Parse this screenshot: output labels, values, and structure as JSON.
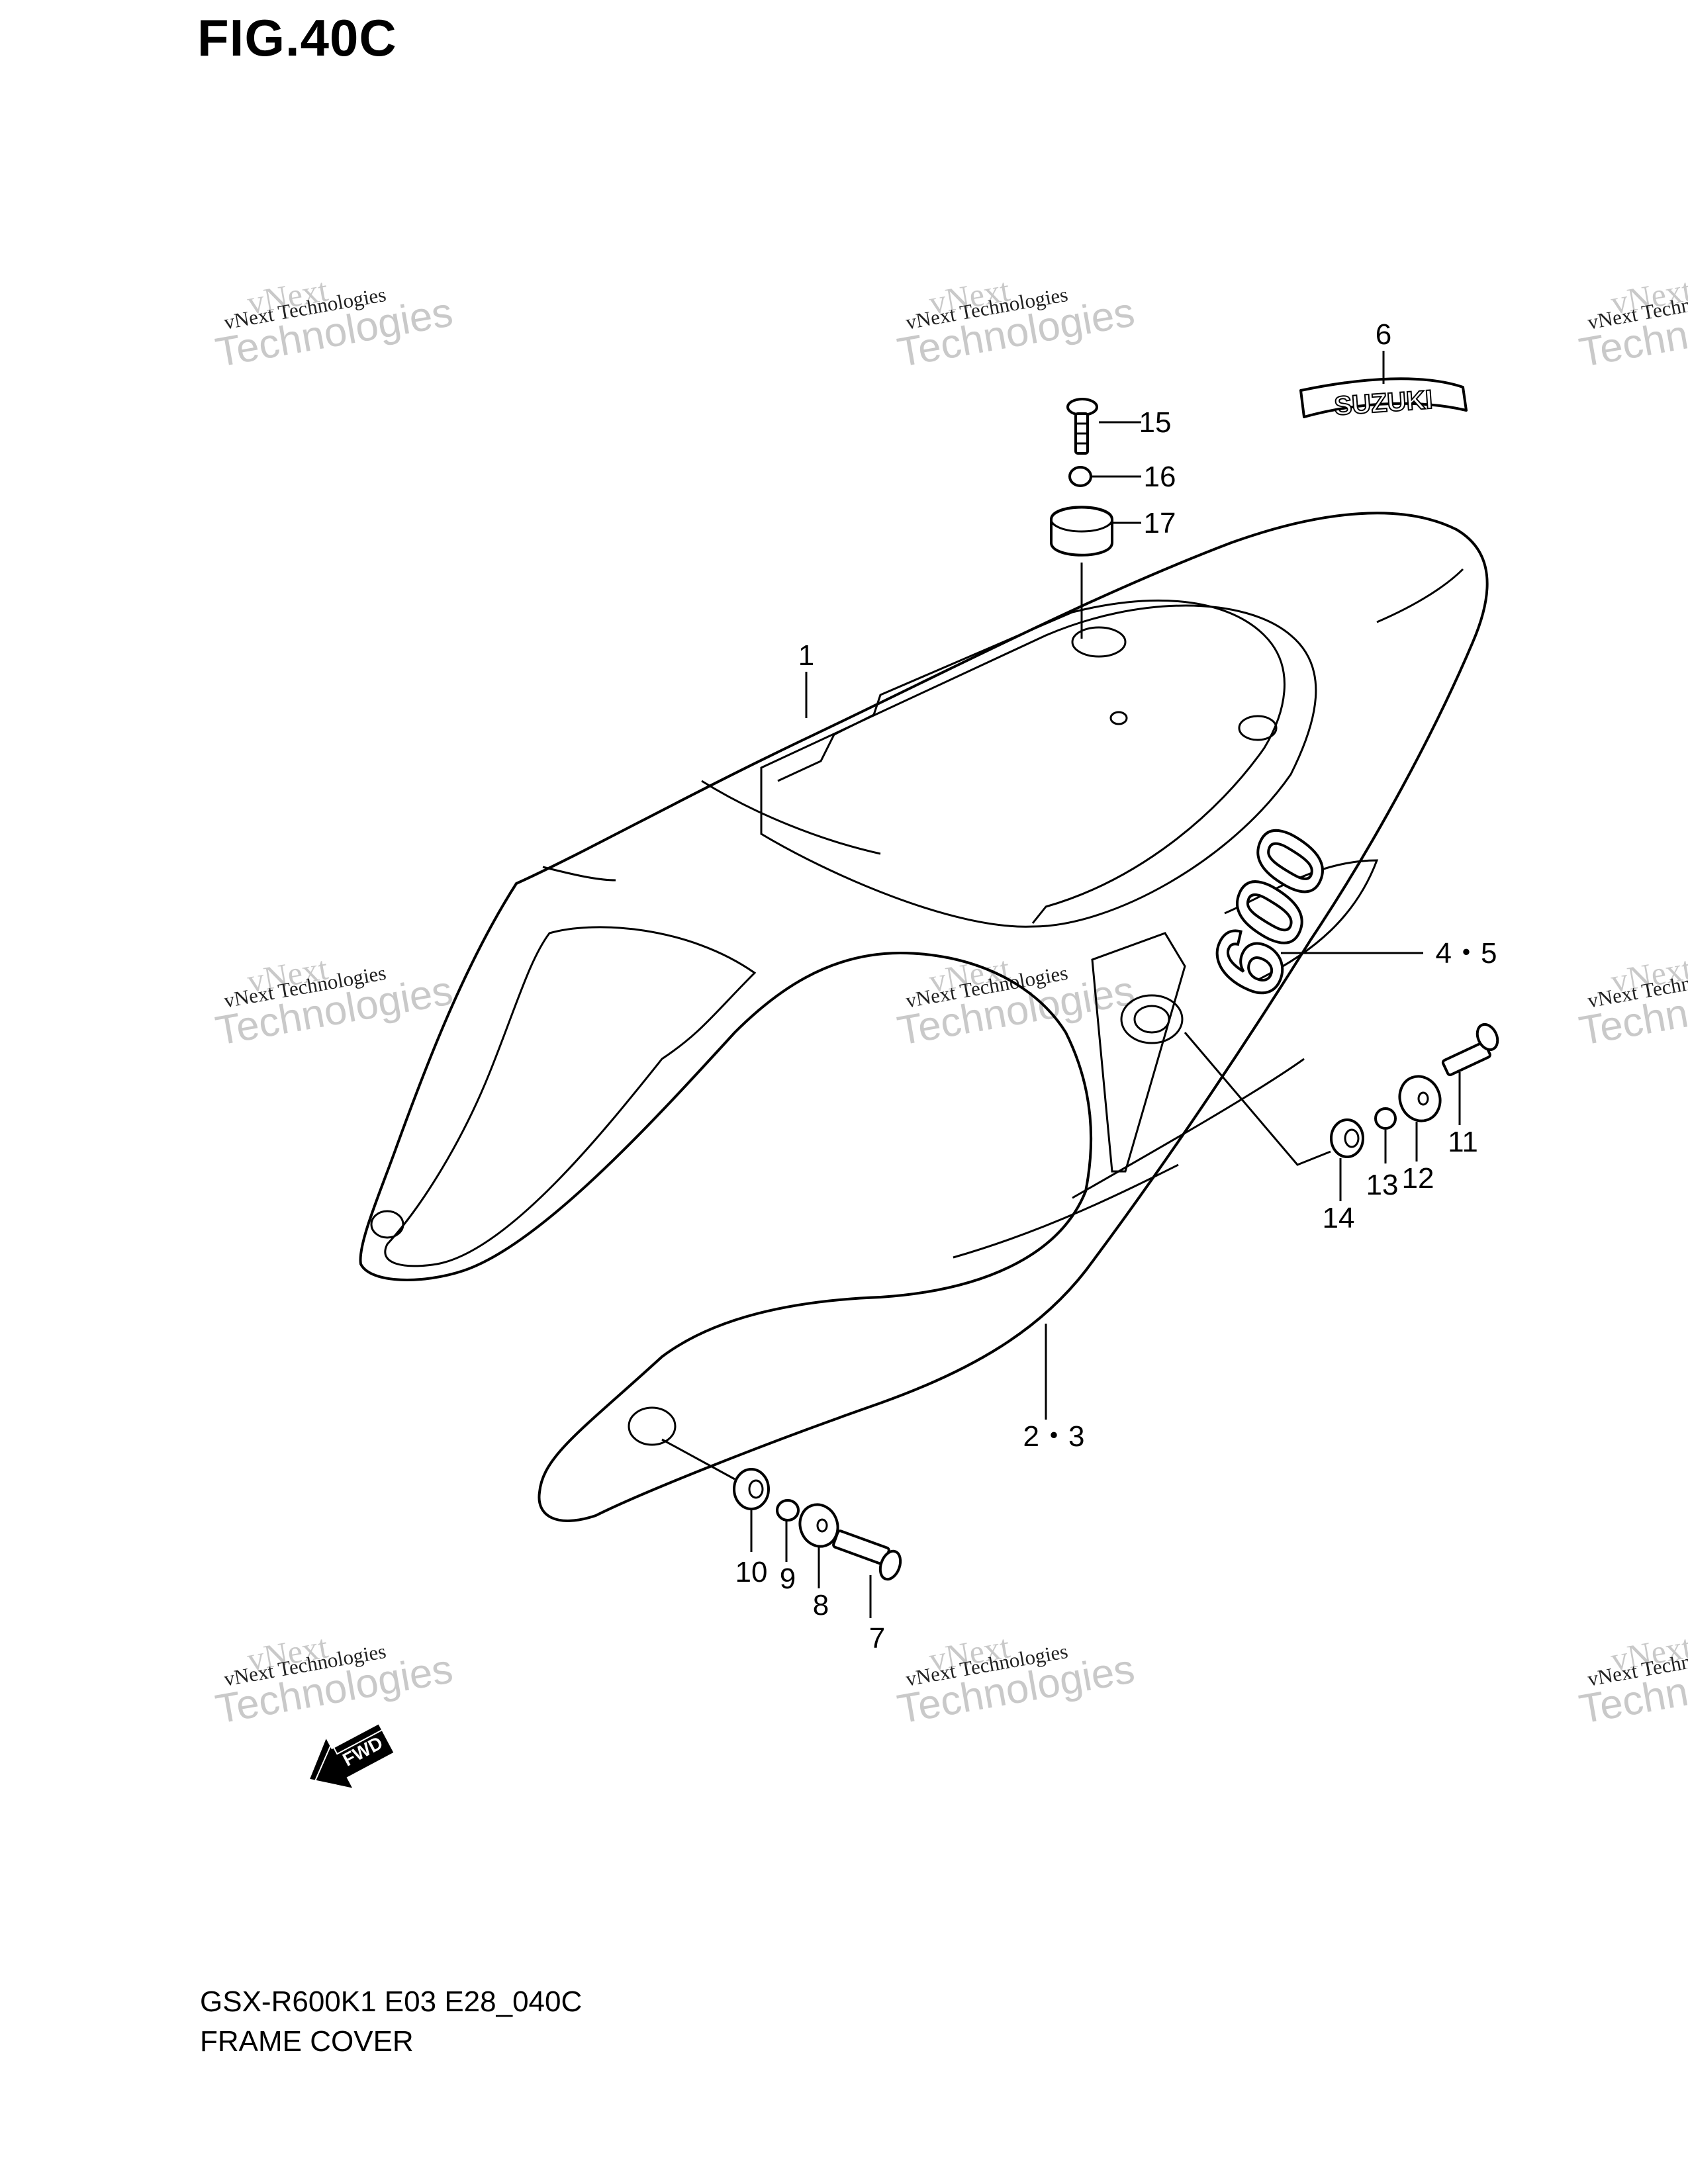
{
  "figure": {
    "title": "FIG.40C",
    "model_code": "GSX-R600K1 E03 E28_040C",
    "section_name": "FRAME COVER"
  },
  "watermark": {
    "line1": "vNext",
    "line2": "vNext Technologies",
    "line3": "Technologies"
  },
  "decals": {
    "brand": "SUZUKI",
    "model": "600",
    "direction": "FWD"
  },
  "callouts": [
    {
      "id": "1",
      "label": "1"
    },
    {
      "id": "2-3",
      "label": "2・3"
    },
    {
      "id": "4-5",
      "label": "4・5"
    },
    {
      "id": "6",
      "label": "6"
    },
    {
      "id": "7",
      "label": "7"
    },
    {
      "id": "8",
      "label": "8"
    },
    {
      "id": "9",
      "label": "9"
    },
    {
      "id": "10",
      "label": "10"
    },
    {
      "id": "11",
      "label": "11"
    },
    {
      "id": "12",
      "label": "12"
    },
    {
      "id": "13",
      "label": "13"
    },
    {
      "id": "14",
      "label": "14"
    },
    {
      "id": "15",
      "label": "15"
    },
    {
      "id": "16",
      "label": "16"
    },
    {
      "id": "17",
      "label": "17"
    }
  ],
  "colors": {
    "ink": "#000000",
    "watermark": "#c9c9c9",
    "paper": "#ffffff"
  }
}
